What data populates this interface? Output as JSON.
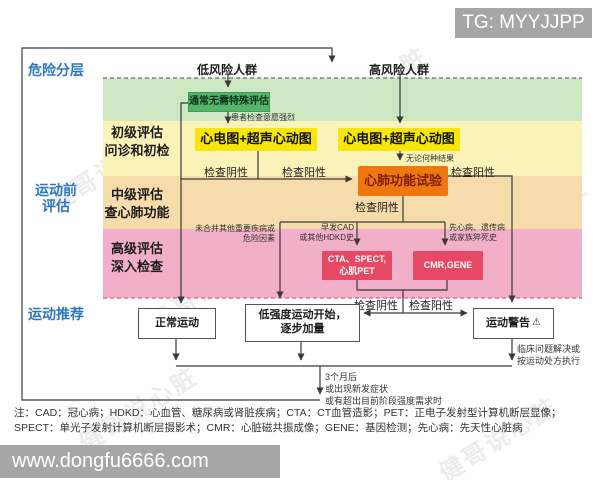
{
  "overlay": {
    "tg_badge": "TG: MYYJJPP",
    "url_badge": "www.dongfu6666.com",
    "brand_watermark": "健哥说心脏"
  },
  "stages": {
    "risk": "危险分层",
    "pre_exercise": "运动前\n评估",
    "recommendation": "运动推荐"
  },
  "rows": {
    "primary": "初级评估\n问诊和初检",
    "intermediate": "中级评估\n查心肺功能",
    "advanced": "高级评估\n深入检查"
  },
  "populations": {
    "low_risk": "低风险人群",
    "high_risk": "高风险人群"
  },
  "nodes": {
    "no_special_eval": "通常无需特殊评估",
    "ecg_echo_left": "心电图+超声心动图",
    "ecg_echo_right": "心电图+超声心动图",
    "cpet": "心肺功能试验",
    "cta_spect_pet": "CTA、SPECT,\n心肌PET",
    "cmr_gene": "CMR,GENE",
    "normal_exercise": "正常运动",
    "low_intensity": "低强度运动开始，\n逐步加量",
    "exercise_warning": "运动警告",
    "warning_symbol": "⚠"
  },
  "edge_labels": {
    "strong_will": "患者检查意愿强烈",
    "negative_1": "检查阴性",
    "positive_1": "检查阳性",
    "any_result": "无论何种结果",
    "positive_2": "检查阳性",
    "negative_2": "检查阴性",
    "no_comorbidity": "未合并其他重要疾病或\n危险因素",
    "early_cad": "早发CAD\n或其他HDKD史",
    "congenital": "先心病、遗传病\n或家族猝死史",
    "negative_3": "检查阴性",
    "positive_3": "检查阳性",
    "resolved": "临床问题解决或\n按运动处方执行",
    "recheck": "3个月后\n或出现新发症状\n或有超出目前阶段强度需求时"
  },
  "notes": {
    "legend": "注：CAD：冠心病；HDKD：心血管、糖尿病或肾脏疾病；CTA：CT血管造影；PET：正电子发射型计算机断层显像；\nSPECT：单光子发射计算机断层摄影术；CMR：心脏磁共振成像；GENE：基因检测；先心病：先天性心脏病"
  },
  "colors": {
    "band_green": "#cde7c3",
    "band_yellow": "#fbf2b8",
    "band_tan": "#f6dcab",
    "band_pink": "#f2afca",
    "node_green": "#53b469",
    "node_yellow": "#f6e60a",
    "node_orange": "#f0770f",
    "node_red": "#e74964",
    "stage_blue": "#2e77c0",
    "badge_gray": "#a6a6a6",
    "dashed_pink": "#e0559a"
  }
}
